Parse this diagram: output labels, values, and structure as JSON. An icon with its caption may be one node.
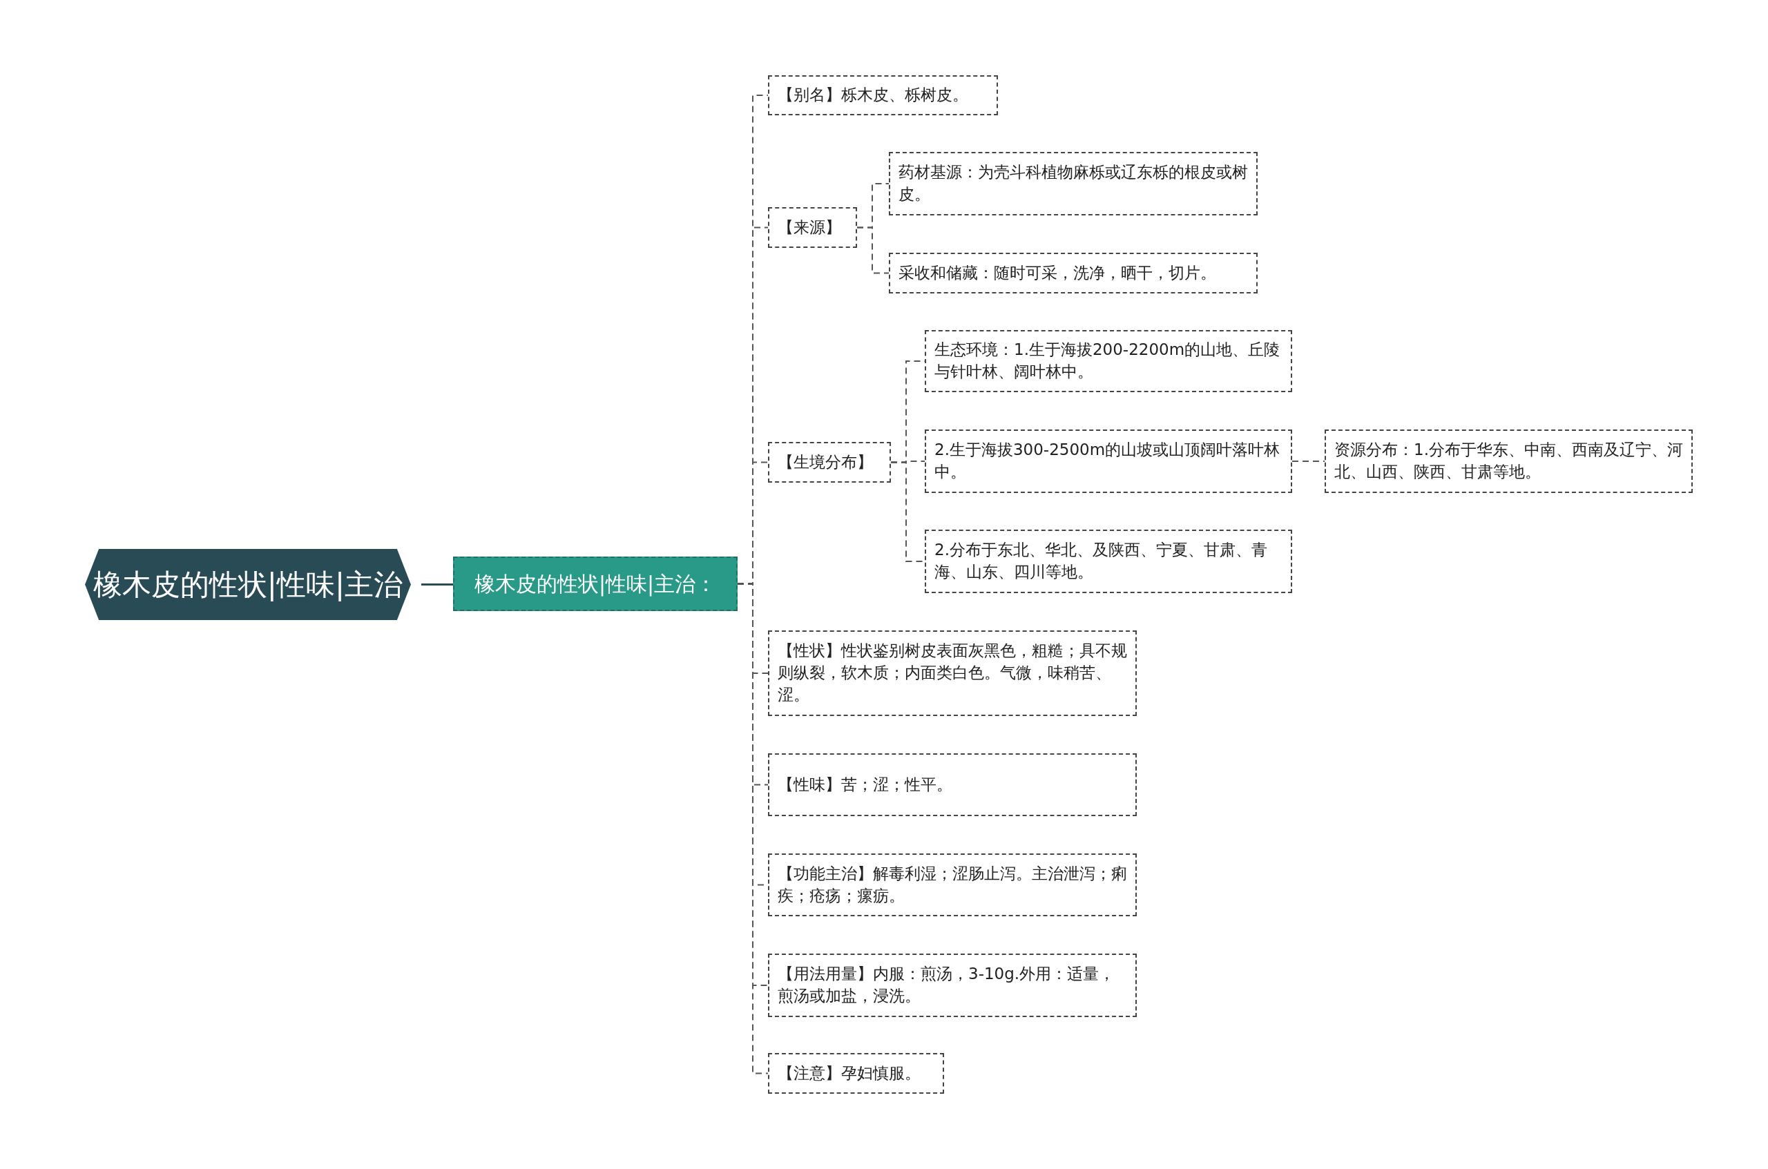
{
  "diagram": {
    "nodes": [
      {
        "text": [
          "橡木皮的性状|性味|主治"
        ]
      },
      {
        "text": [
          "橡木皮的性状|性味|主治："
        ]
      },
      {
        "text": [
          "【别名】栎木皮、栎树皮。"
        ]
      },
      {
        "text": [
          "【来源】"
        ]
      },
      {
        "text": [
          "药材基源：为壳斗科植物麻栎或辽东栎的根皮或树皮。"
        ]
      },
      {
        "text": [
          "采收和储藏：随时可采，洗净，晒干，切片。"
        ]
      },
      {
        "text": [
          "【生境分布】"
        ]
      },
      {
        "text": [
          "生态环境：1.生于海拔200-2200m的山地、丘陵与针叶林、阔叶林中。"
        ]
      },
      {
        "text": [
          "2.生于海拔300-2500m的山坡或山顶阔叶落叶林中。"
        ]
      },
      {
        "text": [
          "资源分布：1.分布于华东、中南、西南及辽宁、河北、山西、陕西、甘肃等地。"
        ]
      },
      {
        "text": [
          "2.分布于东北、华北、及陕西、宁夏、甘肃、青海、山东、四川等地。"
        ]
      },
      {
        "text": [
          "【性状】性状鉴别树皮表面灰黑色，粗糙；具不规则纵裂，软木质；内面类白色。气微，味稍苦、涩。"
        ]
      },
      {
        "text": [
          "【性味】苦；涩；性平。"
        ]
      },
      {
        "text": [
          "【功能主治】解毒利湿；涩肠止泻。主治泄泻；痢疾；疮疡；瘰疬。"
        ]
      },
      {
        "text": [
          "【用法用量】内服：煎汤，3-10g.外用：适量，煎汤或加盐，浸洗。"
        ]
      },
      {
        "text": [
          "【注意】孕妇慎服。"
        ]
      }
    ],
    "edges": [
      {
        "from": 0,
        "to": 1,
        "arrow": "none"
      },
      {
        "from": 1,
        "to": 2,
        "arrow": "none",
        "style": "dashed"
      },
      {
        "from": 1,
        "to": 3,
        "arrow": "none",
        "style": "dashed"
      },
      {
        "from": 3,
        "to": 4,
        "arrow": "none",
        "style": "dashed"
      },
      {
        "from": 3,
        "to": 5,
        "arrow": "none",
        "style": "dashed"
      },
      {
        "from": 1,
        "to": 6,
        "arrow": "none",
        "style": "dashed"
      },
      {
        "from": 6,
        "to": 7,
        "arrow": "none",
        "style": "dashed"
      },
      {
        "from": 6,
        "to": 8,
        "arrow": "none",
        "style": "dashed"
      },
      {
        "from": 8,
        "to": 9,
        "arrow": "none",
        "style": "dashed"
      },
      {
        "from": 6,
        "to": 10,
        "arrow": "none",
        "style": "dashed"
      },
      {
        "from": 1,
        "to": 11,
        "arrow": "none",
        "style": "dashed"
      },
      {
        "from": 1,
        "to": 12,
        "arrow": "none",
        "style": "dashed"
      },
      {
        "from": 1,
        "to": 13,
        "arrow": "none",
        "style": "dashed"
      },
      {
        "from": 1,
        "to": 14,
        "arrow": "none",
        "style": "dashed"
      },
      {
        "from": 1,
        "to": 15,
        "arrow": "none",
        "style": "dashed"
      }
    ]
  }
}
